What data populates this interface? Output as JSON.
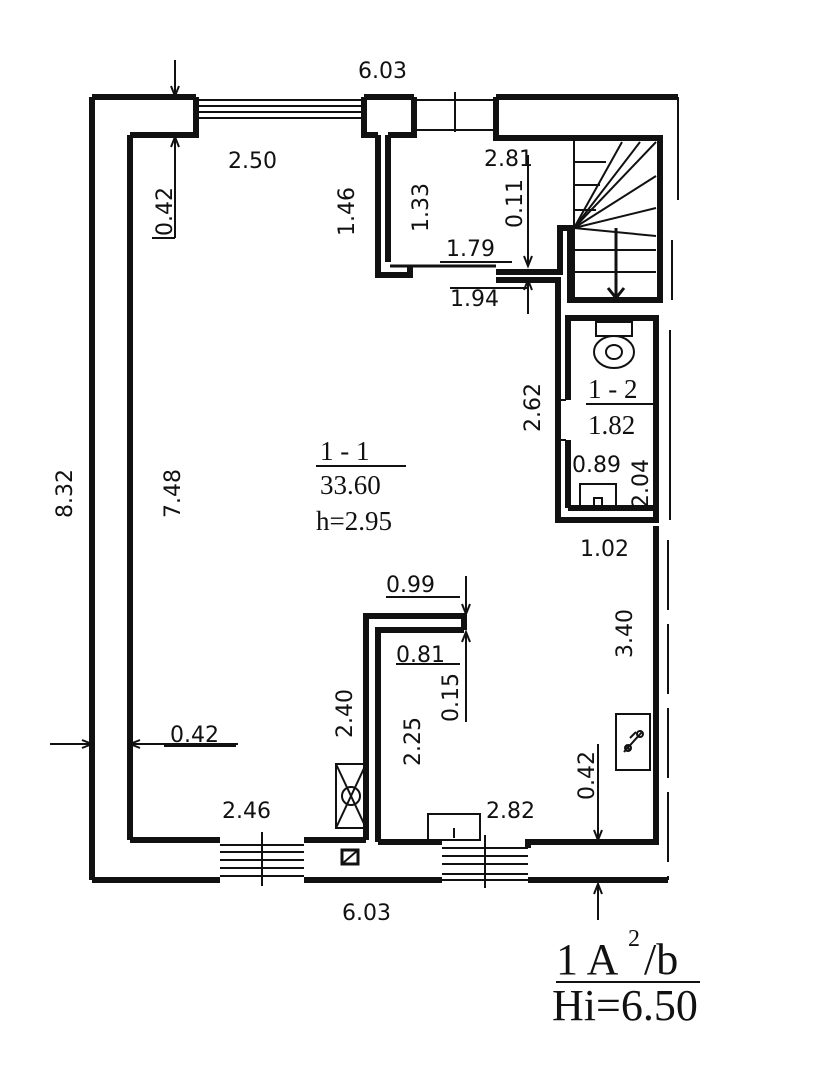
{
  "colors": {
    "ink": "#111111",
    "paper": "#ffffff"
  },
  "dimensions": {
    "top_width": "6.03",
    "bottom_width": "6.03",
    "left_height": "8.32",
    "inner_left_height": "7.48",
    "top_room_width": "2.50",
    "top_left_wall": "0.42",
    "top_partition": "1.46",
    "vestibule_height": "1.33",
    "vestibule_width": "1.79",
    "corridor_width": "1.94",
    "stair_width": "2.81",
    "stair_gap": "0.11",
    "wc_height": "2.62",
    "wc_width": "0.89",
    "wc_depth": "2.04",
    "wc_right_wall": "1.02",
    "right_lower_height": "3.40",
    "left_wall": "0.42",
    "right_wall": "0.42",
    "niche_width": "0.99",
    "niche_inner": "0.81",
    "niche_wall": "0.15",
    "niche_left_height": "2.40",
    "niche_right_height": "2.25",
    "bottom_left_width": "2.46",
    "bottom_right_width": "2.82"
  },
  "rooms": {
    "main": {
      "number": "1 - 1",
      "area": "33.60",
      "height": "h=2.95"
    },
    "wc": {
      "number": "1 - 2",
      "area": "1.82"
    }
  },
  "stamp": {
    "label": "1 A",
    "superscript": "2",
    "suffix": "/b",
    "level": "Hi=6.50"
  },
  "icons": [
    "staircase-icon",
    "toilet-icon",
    "sink-icon",
    "stove-icon",
    "hob-icon",
    "kitchen-sink-icon",
    "boiler-icon"
  ]
}
